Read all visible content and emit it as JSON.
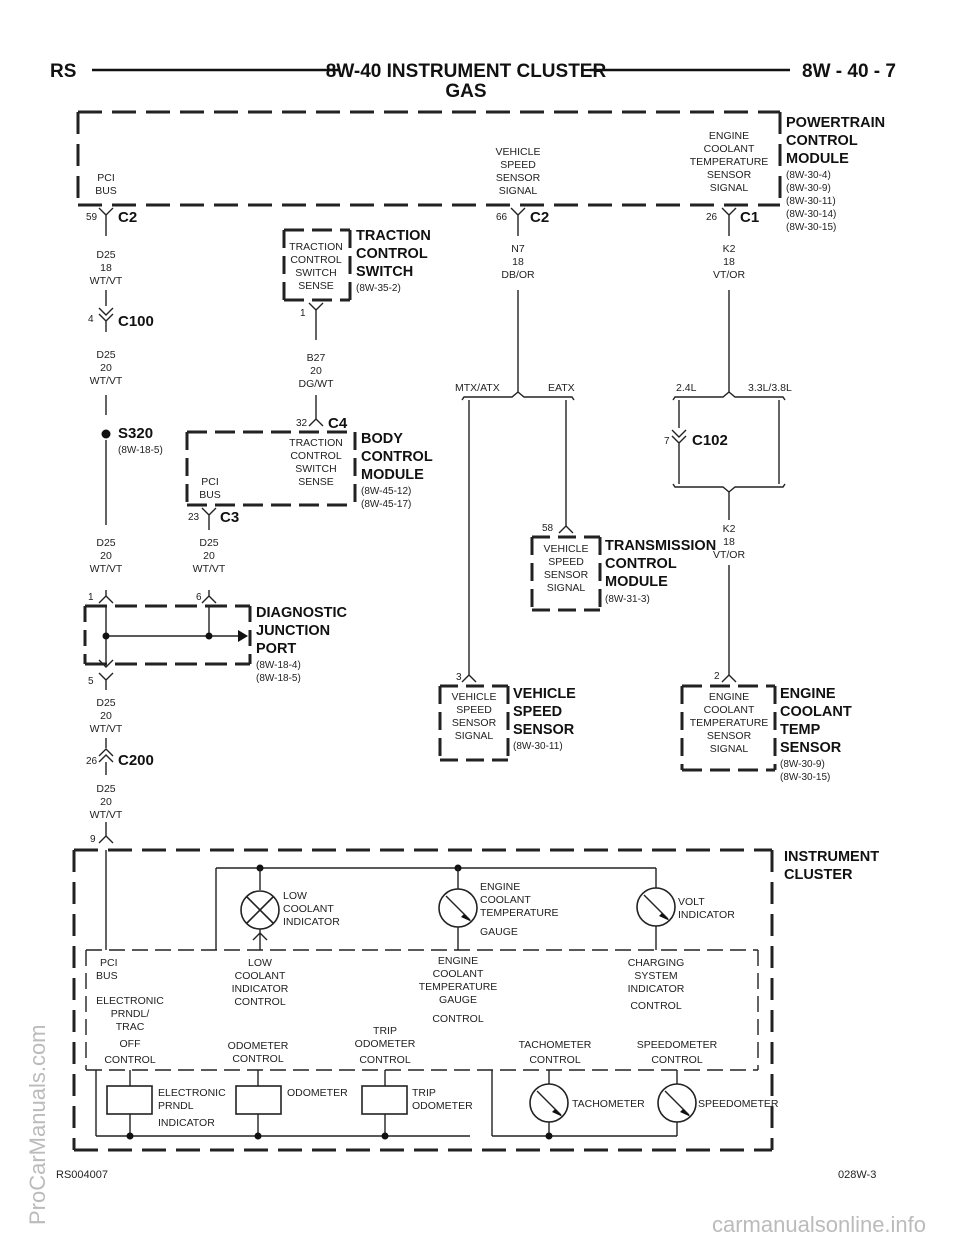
{
  "header": {
    "left": "RS",
    "title": "8W-40 INSTRUMENT CLUSTER",
    "subtitle": "GAS",
    "page": "8W - 40 - 7"
  },
  "pcm": {
    "name": [
      "POWERTRAIN",
      "CONTROL",
      "MODULE"
    ],
    "refs": [
      "(8W-30-4)",
      "(8W-30-9)",
      "(8W-30-11)",
      "(8W-30-14)",
      "(8W-30-15)"
    ],
    "pci": [
      "PCI",
      "BUS"
    ],
    "vss": [
      "VEHICLE",
      "SPEED",
      "SENSOR",
      "SIGNAL"
    ],
    "ect": [
      "ENGINE",
      "COOLANT",
      "TEMPERATURE",
      "SENSOR",
      "SIGNAL"
    ]
  },
  "pins": {
    "pcm_pci": "59",
    "pcm_vss": "66",
    "pcm_ect": "26",
    "c100": "4",
    "tcs": "1",
    "bcm_c4": "32",
    "bcm_c3": "23",
    "c102": "7",
    "tcm": "58",
    "djp_a": "1",
    "djp_b": "6",
    "djp_c": "5",
    "vss_sensor": "3",
    "ect_sensor": "2",
    "c200": "26",
    "cluster": "9"
  },
  "connectors": {
    "c2a": "C2",
    "c2b": "C2",
    "c1": "C1",
    "c100": "C100",
    "c4": "C4",
    "c3": "C3",
    "c102": "C102",
    "c200": "C200",
    "s320": "S320",
    "s320_ref": "(8W-18-5)"
  },
  "wires": {
    "d25_18": [
      "D25",
      "18",
      "WT/VT"
    ],
    "d25_20a": [
      "D25",
      "20",
      "WT/VT"
    ],
    "b27": [
      "B27",
      "20",
      "DG/WT"
    ],
    "n7": [
      "N7",
      "18",
      "DB/OR"
    ],
    "k2a": [
      "K2",
      "18",
      "VT/OR"
    ],
    "d25_20b": [
      "D25",
      "20",
      "WT/VT"
    ],
    "d25_20c": [
      "D25",
      "20",
      "WT/VT"
    ],
    "k2b": [
      "K2",
      "18",
      "VT/OR"
    ],
    "d25_20d": [
      "D25",
      "20",
      "WT/VT"
    ],
    "d25_20e": [
      "D25",
      "20",
      "WT/VT"
    ]
  },
  "splits": {
    "mtx": "MTX/ATX",
    "eatx": "EATX",
    "l24": "2.4L",
    "l33": "3.3L/3.8L"
  },
  "tcs_switch": {
    "name": [
      "TRACTION",
      "CONTROL",
      "SWITCH"
    ],
    "ref": "(8W-35-2)",
    "inner": [
      "TRACTION",
      "CONTROL",
      "SWITCH",
      "SENSE"
    ]
  },
  "bcm": {
    "name": [
      "BODY",
      "CONTROL",
      "MODULE"
    ],
    "refs": [
      "(8W-45-12)",
      "(8W-45-17)"
    ],
    "inner": [
      "TRACTION",
      "CONTROL",
      "SWITCH",
      "SENSE"
    ],
    "pci": [
      "PCI",
      "BUS"
    ]
  },
  "tcm": {
    "name": [
      "TRANSMISSION",
      "CONTROL",
      "MODULE"
    ],
    "ref": "(8W-31-3)",
    "inner": [
      "VEHICLE",
      "SPEED",
      "SENSOR",
      "SIGNAL"
    ]
  },
  "djp": {
    "name": [
      "DIAGNOSTIC",
      "JUNCTION",
      "PORT"
    ],
    "refs": [
      "(8W-18-4)",
      "(8W-18-5)"
    ]
  },
  "vss": {
    "name": [
      "VEHICLE",
      "SPEED",
      "SENSOR"
    ],
    "ref": "(8W-30-11)",
    "inner": [
      "VEHICLE",
      "SPEED",
      "SENSOR",
      "SIGNAL"
    ]
  },
  "ects": {
    "name": [
      "ENGINE",
      "COOLANT",
      "TEMP",
      "SENSOR"
    ],
    "refs": [
      "(8W-30-9)",
      "(8W-30-15)"
    ],
    "inner": [
      "ENGINE",
      "COOLANT",
      "TEMPERATURE",
      "SENSOR",
      "SIGNAL"
    ]
  },
  "cluster": {
    "name": [
      "INSTRUMENT",
      "CLUSTER"
    ],
    "low_coolant": [
      "LOW",
      "COOLANT",
      "INDICATOR"
    ],
    "ect_gauge": [
      "ENGINE",
      "COOLANT",
      "TEMPERATURE",
      "GAUGE"
    ],
    "volt": [
      "VOLT",
      "INDICATOR"
    ],
    "pci": [
      "PCI",
      "BUS"
    ],
    "low_coolant_ctrl": [
      "LOW",
      "COOLANT",
      "INDICATOR",
      "CONTROL"
    ],
    "ect_ctrl": [
      "ENGINE",
      "COOLANT",
      "TEMPERATURE",
      "GAUGE",
      "CONTROL"
    ],
    "charging_ctrl": [
      "CHARGING",
      "SYSTEM",
      "INDICATOR",
      "CONTROL"
    ],
    "prndl_ctrl": [
      "ELECTRONIC",
      "PRNDL/",
      "TRAC",
      "OFF",
      "CONTROL"
    ],
    "odo_ctrl": [
      "ODOMETER",
      "CONTROL"
    ],
    "trip_ctrl": [
      "TRIP",
      "ODOMETER",
      "CONTROL"
    ],
    "tach_ctrl": [
      "TACHOMETER",
      "CONTROL"
    ],
    "speedo_ctrl": [
      "SPEEDOMETER",
      "CONTROL"
    ],
    "prndl_ind": [
      "ELECTRONIC",
      "PRNDL",
      "INDICATOR"
    ],
    "odometer": "ODOMETER",
    "trip": [
      "TRIP",
      "ODOMETER"
    ],
    "tachometer": "TACHOMETER",
    "speedometer": "SPEEDOMETER"
  },
  "footer": {
    "left": "RS004007",
    "right": "028W-3"
  },
  "watermarks": {
    "side": "ProCarManuals.com",
    "bottom": "carmanualsonline.info"
  }
}
